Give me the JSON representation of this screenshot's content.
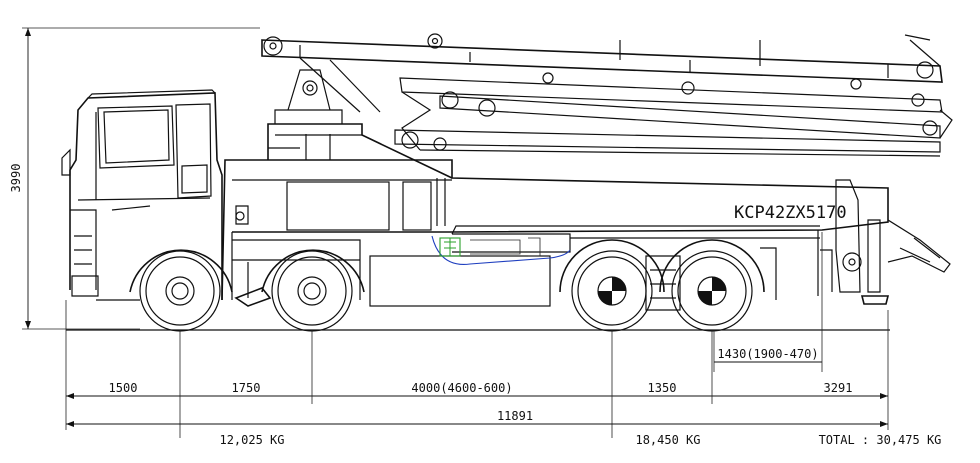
{
  "model": "KCP42ZX5170",
  "height_label": "3990",
  "overhang_label": "1430(1900-470)",
  "dimensions": {
    "front_overhang": "1500",
    "axle_1_2": "1750",
    "axle_2_3": "4000(4600-600)",
    "axle_3_4": "1350",
    "rear_overhang": "3291",
    "total_length": "11891"
  },
  "weights": {
    "front": "12,025 KG",
    "rear": "18,450 KG",
    "total": "TOTAL : 30,475 KG"
  },
  "colors": {
    "line": "#111111",
    "hydraulic_outline": "#1f3fbf",
    "hydraulic_detail": "#2aa02a"
  }
}
